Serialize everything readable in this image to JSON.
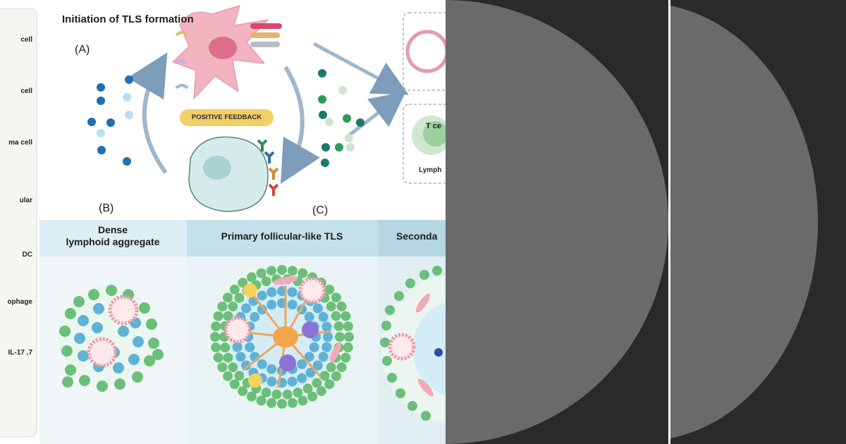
{
  "figure": {
    "title": "Initiation of TLS formation",
    "panel_a": "(A)",
    "panel_b": "(B)",
    "panel_c": "(C)",
    "feedback": "POSITIVE FEEDBACK",
    "stage_dense": "Dense\nlymphoid aggregate",
    "stage_primary": "Primary follicular-like TLS",
    "stage_secondary": "Seconda",
    "tcell_label": "T ce",
    "lymph_label": "Lymph",
    "legend": [
      "cell",
      "cell",
      "ma cell",
      "ular",
      "DC",
      "ophage",
      "7, IL-17"
    ]
  },
  "colors": {
    "dark_panel": "#2a2a2a",
    "shape": "#6a6a6a",
    "accent_blue": "#1f6fb2",
    "accent_green": "#2e9a5a",
    "feedback_yellow": "#f2cf68"
  }
}
